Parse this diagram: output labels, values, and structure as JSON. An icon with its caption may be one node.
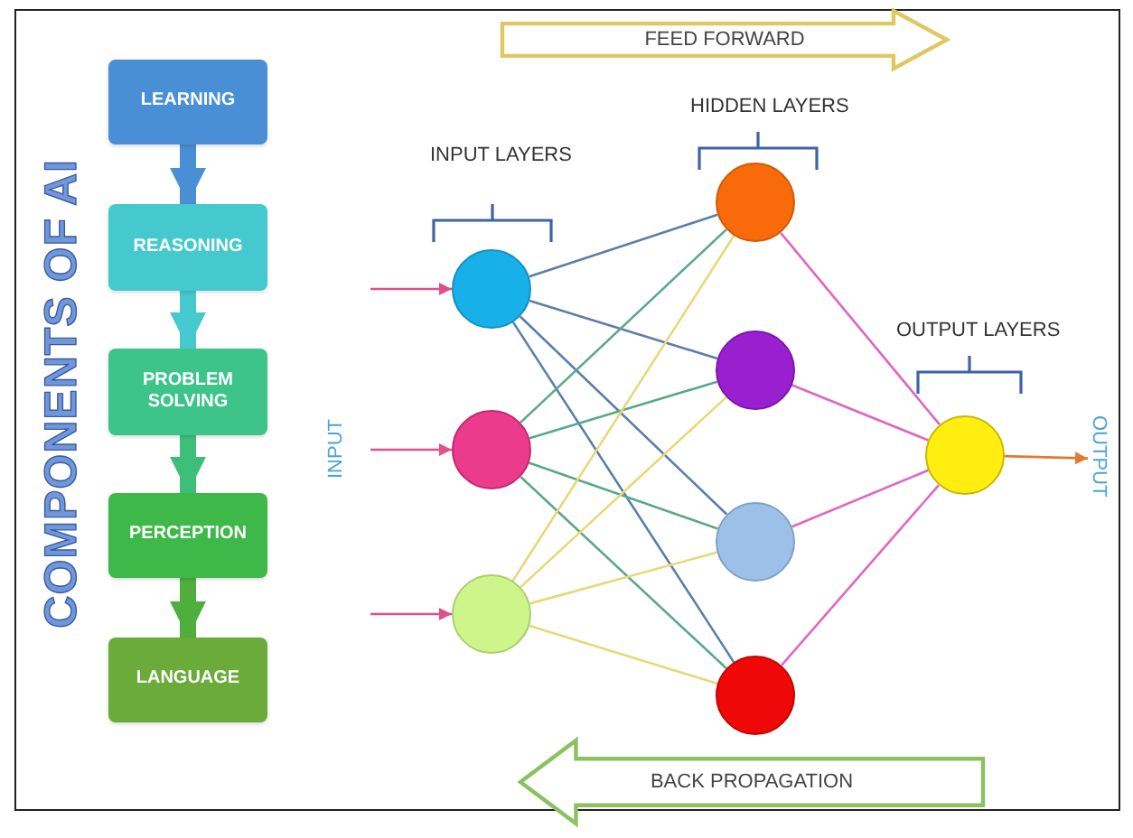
{
  "diagram": {
    "title": "COMPONENTS OF AI",
    "nodes": [
      {
        "text": [
          "LEARNING"
        ]
      },
      {
        "text": [
          "REASONING"
        ]
      },
      {
        "text": [
          "PROBLEM SOLVING"
        ]
      },
      {
        "text": [
          "PERCEPTION"
        ]
      },
      {
        "text": [
          "LANGUAGE"
        ]
      },
      {
        "text": [
          "FEED FORWARD"
        ]
      },
      {
        "text": [],
        "shape": "circle"
      },
      {
        "text": [],
        "shape": "circle"
      },
      {
        "text": [],
        "shape": "circle"
      },
      {
        "text": [],
        "shape": "circle"
      },
      {
        "text": [],
        "shape": "circle"
      },
      {
        "text": [],
        "shape": "circle"
      },
      {
        "text": [],
        "shape": "circle"
      },
      {
        "text": [],
        "shape": "circle"
      },
      {
        "text": [
          "BACK PROPAGATION"
        ]
      },
      {
        "text": [
          "OUTPUT"
        ]
      }
    ],
    "edges": [
      {
        "from": 0,
        "to": 1,
        "arrow": "to",
        "style": "thick",
        "color": "#4a8fd6"
      },
      {
        "from": 1,
        "to": 2,
        "arrow": "to",
        "style": "thick",
        "color": "#45c9cf"
      },
      {
        "from": 2,
        "to": 3,
        "arrow": "to",
        "style": "thick",
        "color": "#3dbf7a"
      },
      {
        "from": 3,
        "to": 4,
        "arrow": "to",
        "style": "thick",
        "color": "#4fae3c"
      },
      {
        "from": null,
        "to": 6,
        "arrow": "to",
        "color": "#e0508a"
      },
      {
        "from": null,
        "to": 7,
        "arrow": "to",
        "color": "#e0508a"
      },
      {
        "from": null,
        "to": 8,
        "arrow": "to",
        "color": "#e0508a"
      },
      {
        "from": 6,
        "to": 9,
        "arrow": "none",
        "color": "#5a7fa8"
      },
      {
        "from": 6,
        "to": 10,
        "arrow": "none",
        "color": "#5a7fa8"
      },
      {
        "from": 6,
        "to": 11,
        "arrow": "none",
        "color": "#5a7fa8"
      },
      {
        "from": 6,
        "to": 12,
        "arrow": "none",
        "color": "#5a7fa8"
      },
      {
        "from": 7,
        "to": 9,
        "arrow": "none",
        "color": "#5aa888"
      },
      {
        "from": 7,
        "to": 10,
        "arrow": "none",
        "color": "#5aa888"
      },
      {
        "from": 7,
        "to": 11,
        "arrow": "none",
        "color": "#5aa888"
      },
      {
        "from": 7,
        "to": 12,
        "arrow": "none",
        "color": "#5aa888"
      },
      {
        "from": 8,
        "to": 9,
        "arrow": "none",
        "color": "#e8d878"
      },
      {
        "from": 8,
        "to": 10,
        "arrow": "none",
        "color": "#e8d878"
      },
      {
        "from": 8,
        "to": 11,
        "arrow": "none",
        "color": "#e8d878"
      },
      {
        "from": 8,
        "to": 12,
        "arrow": "none",
        "color": "#e8d878"
      },
      {
        "from": 9,
        "to": 13,
        "arrow": "none",
        "color": "#e066c4"
      },
      {
        "from": 10,
        "to": 13,
        "arrow": "none",
        "color": "#e066c4"
      },
      {
        "from": 11,
        "to": 13,
        "arrow": "none",
        "color": "#e066c4"
      },
      {
        "from": 12,
        "to": 13,
        "arrow": "none",
        "color": "#e066c4"
      },
      {
        "from": 13,
        "to": 15,
        "arrow": "to",
        "color": "#e07a30"
      }
    ],
    "labels": [
      "INPUT LAYERS",
      "HIDDEN LAYERS",
      "OUTPUT LAYERS",
      "INPUT"
    ]
  }
}
